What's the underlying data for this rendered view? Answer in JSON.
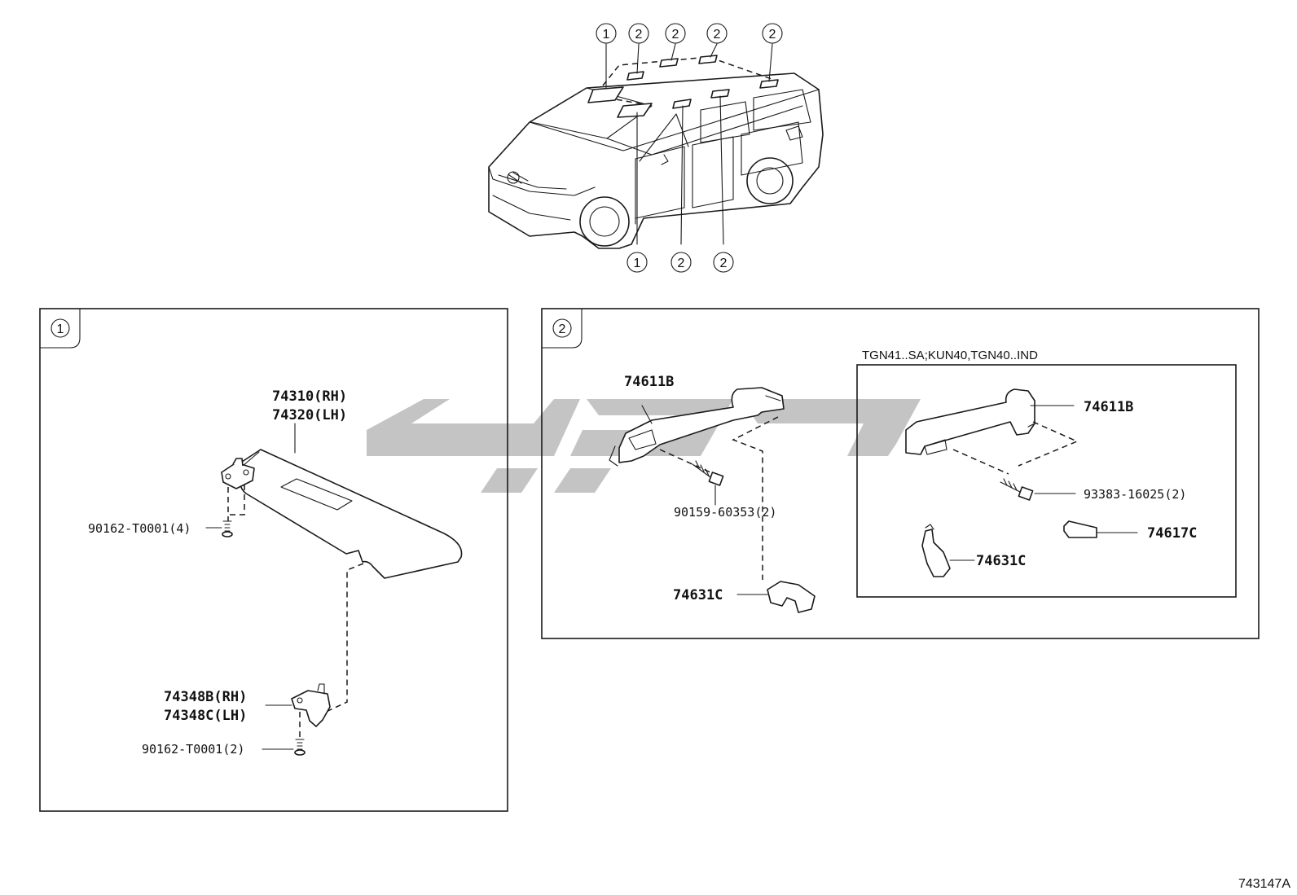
{
  "callouts": {
    "one": "1",
    "two": "2"
  },
  "panel1": {
    "visor_rh": "74310(RH)",
    "visor_lh": "74320(LH)",
    "screw_top": "90162-T0001(4)",
    "holder_rh": "74348B(RH)",
    "holder_lh": "74348C(LH)",
    "screw_bottom": "90162-T0001(2)"
  },
  "panel2": {
    "grip_left": "74611B",
    "bolt_left": "90159-60353(2)",
    "clip_left": "74631C",
    "condition": "TGN41..SA;KUN40,TGN40..IND",
    "grip_right": "74611B",
    "bolt_right": "93383-16025(2)",
    "cap_right": "74617C",
    "clip_right": "74631C"
  },
  "diagram_code": "743147A"
}
